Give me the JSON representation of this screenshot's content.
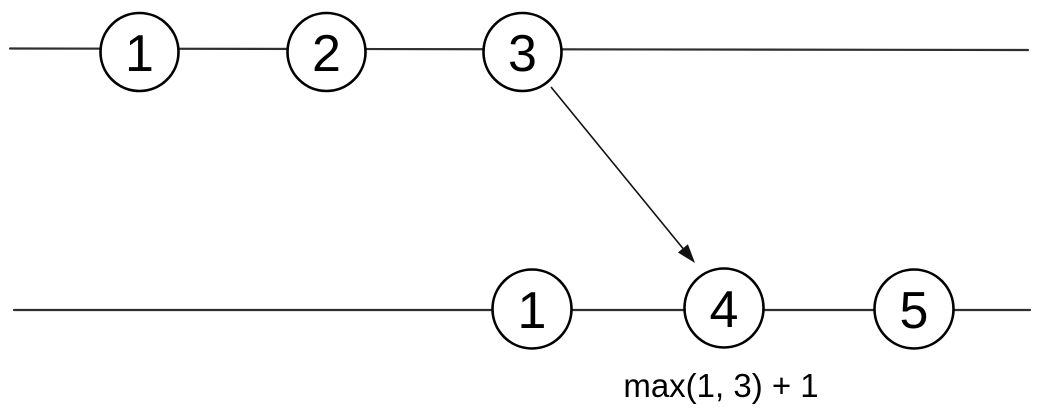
{
  "colors": {
    "node_stroke": "#000000",
    "node_fill": "#ffffff",
    "timeline_stroke": "#2f2f2f",
    "arrow_color": "#111111",
    "text": "#000000"
  },
  "timelines": [
    {
      "id": "top",
      "events": [
        {
          "label": "1"
        },
        {
          "label": "2"
        },
        {
          "label": "3"
        }
      ]
    },
    {
      "id": "bottom",
      "events": [
        {
          "label": "1"
        },
        {
          "label": "4"
        },
        {
          "label": "5"
        }
      ]
    }
  ],
  "arrow": {
    "from_event": "3",
    "to_event": "4"
  },
  "annotation": {
    "text": "max(1, 3) + 1"
  }
}
